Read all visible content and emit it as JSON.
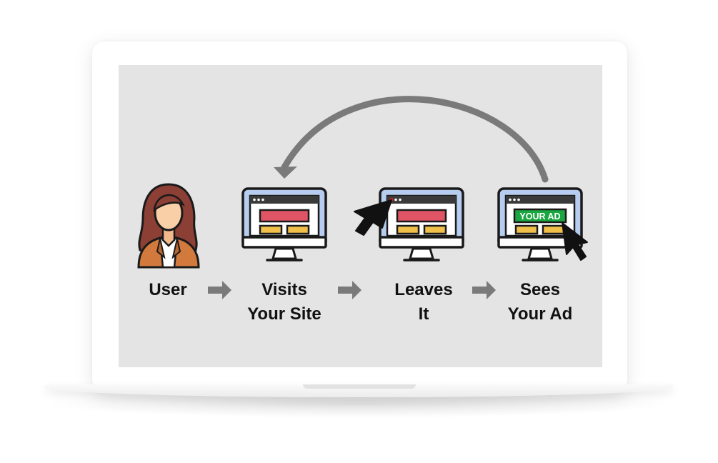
{
  "steps": [
    {
      "id": "user",
      "lines": [
        "User"
      ],
      "icon": "woman-avatar-icon"
    },
    {
      "id": "visits",
      "lines": [
        "Visits",
        "Your Site"
      ],
      "icon": "monitor-website-icon"
    },
    {
      "id": "leaves",
      "lines": [
        "Leaves",
        "It"
      ],
      "icon": "monitor-close-click-icon"
    },
    {
      "id": "sees",
      "lines": [
        "Sees",
        "Your Ad"
      ],
      "icon": "monitor-ad-icon"
    }
  ],
  "ad_label": "YOUR AD",
  "connectors": [
    "arrow-right-icon",
    "arrow-right-icon",
    "arrow-right-icon"
  ],
  "loop_arrow": "curved-return-arrow-icon",
  "colors": {
    "screen_bg": "#e4e4e4",
    "arrow": "#7a7a7a",
    "monitor_frame": "#b7cdf0",
    "browser_bar": "#3a3a3a",
    "banner": "#e05565",
    "boxes": "#f1c04a",
    "ad_green": "#1aa640",
    "hair": "#8b3f35",
    "skin": "#f9cfa8",
    "jacket": "#d27a3d"
  }
}
